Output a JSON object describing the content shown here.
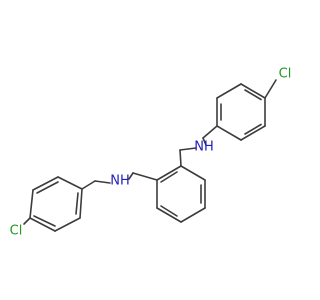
{
  "molecule": {
    "atoms": {
      "cl_top": {
        "label": "Cl",
        "color": "#1f9a1f"
      },
      "nh_top": {
        "label": "NH",
        "color": "#1f1fbf"
      },
      "nh_bottom": {
        "label": "NH",
        "color": "#1f1fbf"
      },
      "cl_bottom": {
        "label": "Cl",
        "color": "#1f9a1f"
      }
    }
  }
}
